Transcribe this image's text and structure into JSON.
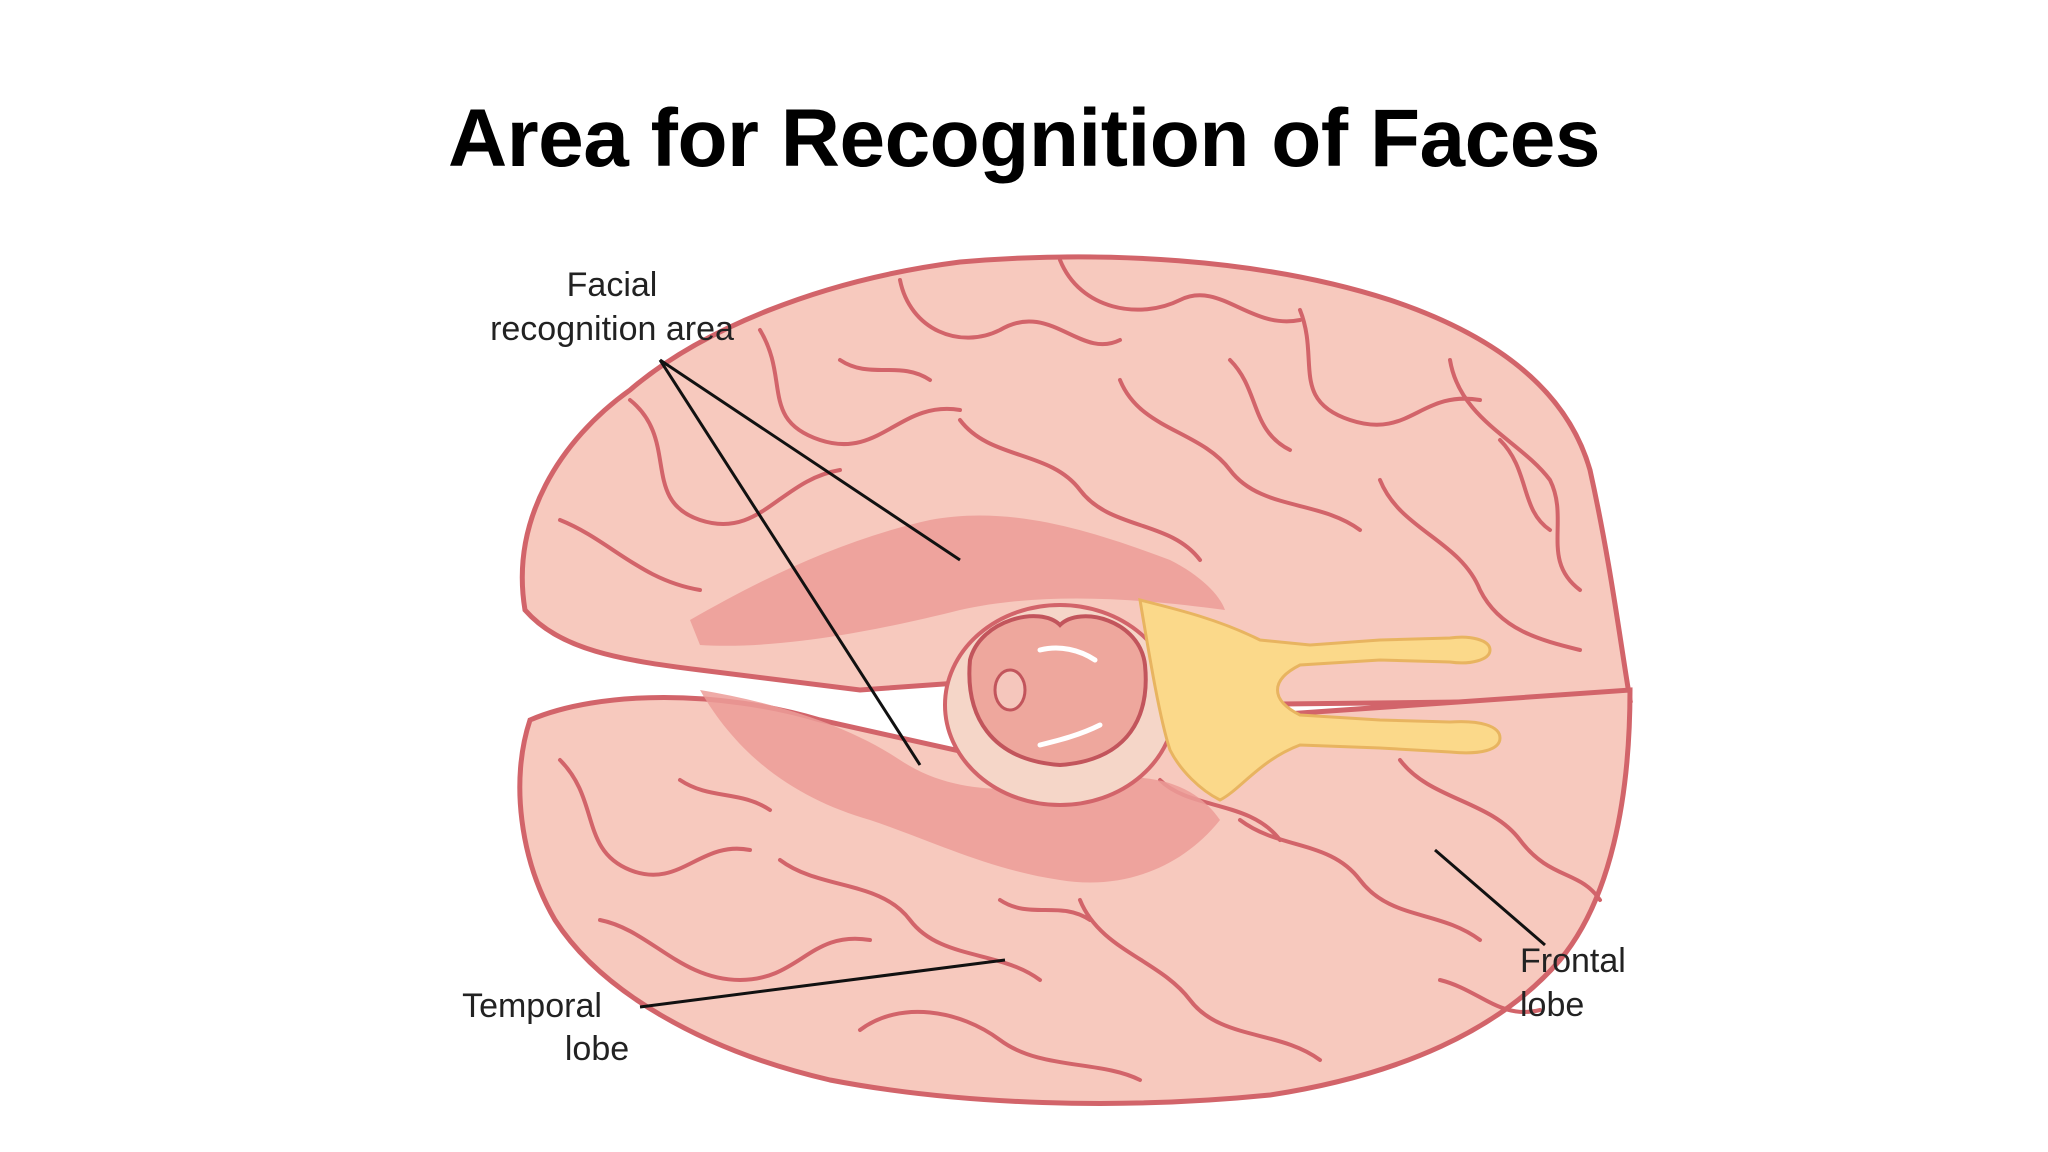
{
  "slide": {
    "title": "Area for Recognition of Faces"
  },
  "diagram": {
    "labels": {
      "facial_line1": "Facial",
      "facial_line2": "recognition area",
      "temporal_line1": "Temporal",
      "temporal_line2": "lobe",
      "frontal_line1": "Frontal",
      "frontal_line2": "lobe"
    },
    "colors": {
      "cortex_fill": "#f7c9be",
      "cortex_outline": "#d2646a",
      "highlight_area": "#ec9c98",
      "nerve_yellow": "#fbd98a",
      "leader_line": "#111111"
    }
  }
}
